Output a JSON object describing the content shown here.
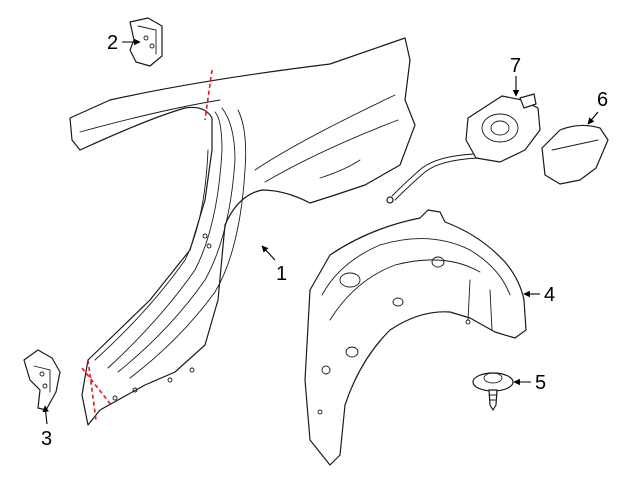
{
  "callouts": [
    {
      "id": "1",
      "label": "1"
    },
    {
      "id": "2",
      "label": "2"
    },
    {
      "id": "3",
      "label": "3"
    },
    {
      "id": "4",
      "label": "4"
    },
    {
      "id": "5",
      "label": "5"
    },
    {
      "id": "6",
      "label": "6"
    },
    {
      "id": "7",
      "label": "7"
    }
  ],
  "colors": {
    "line": "#1a1a1a",
    "cut_line": "#e8121a",
    "background": "#ffffff"
  }
}
